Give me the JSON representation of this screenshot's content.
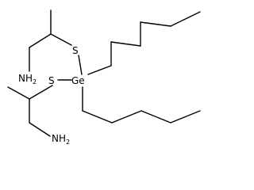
{
  "atoms": {
    "ge": "Ge",
    "s_upper": "S",
    "s_lower": "S",
    "n_upper": {
      "element": "NH",
      "subscript": "2"
    },
    "n_lower": {
      "element": "NH",
      "subscript": "2"
    }
  },
  "colors": {
    "bond": "#000000",
    "label": "#000000",
    "background": "#ffffff"
  }
}
